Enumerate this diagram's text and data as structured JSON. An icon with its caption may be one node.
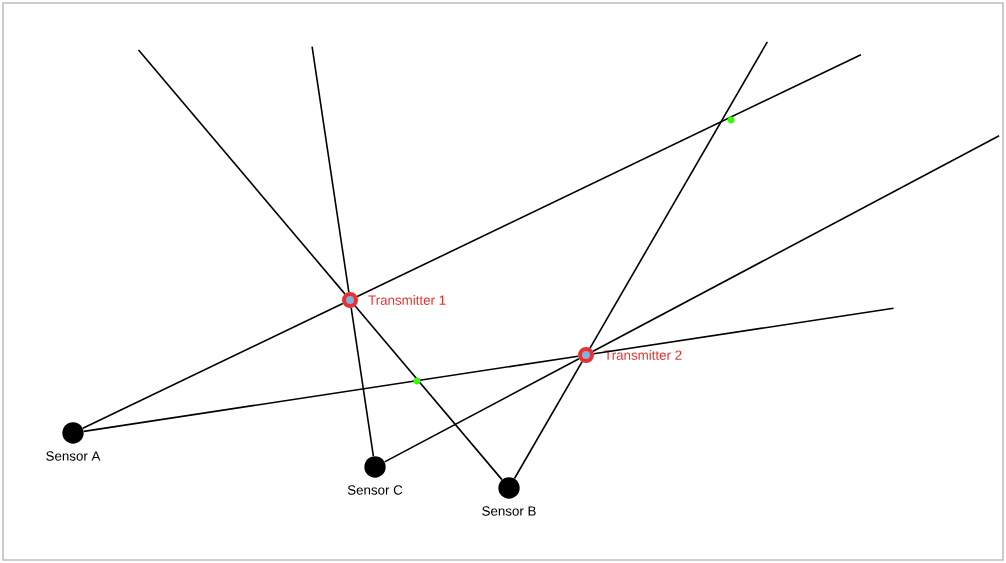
{
  "diagram": {
    "nodes": [
      {
        "text": [
          "Sensor A"
        ]
      },
      {
        "text": [
          "Sensor C"
        ]
      },
      {
        "text": [
          "Sensor B"
        ]
      },
      {
        "text": [
          "Transmitter 1"
        ]
      },
      {
        "text": [
          "Transmitter 2"
        ]
      }
    ],
    "edges": [
      {
        "from": 0,
        "to": 3,
        "arrow": "none"
      },
      {
        "from": 0,
        "to": 4,
        "arrow": "none"
      },
      {
        "from": 2,
        "to": 3,
        "arrow": "none"
      },
      {
        "from": 2,
        "to": 4,
        "arrow": "none"
      },
      {
        "from": 1,
        "to": 3,
        "arrow": "none"
      },
      {
        "from": 1,
        "to": 4,
        "arrow": "none"
      }
    ]
  }
}
